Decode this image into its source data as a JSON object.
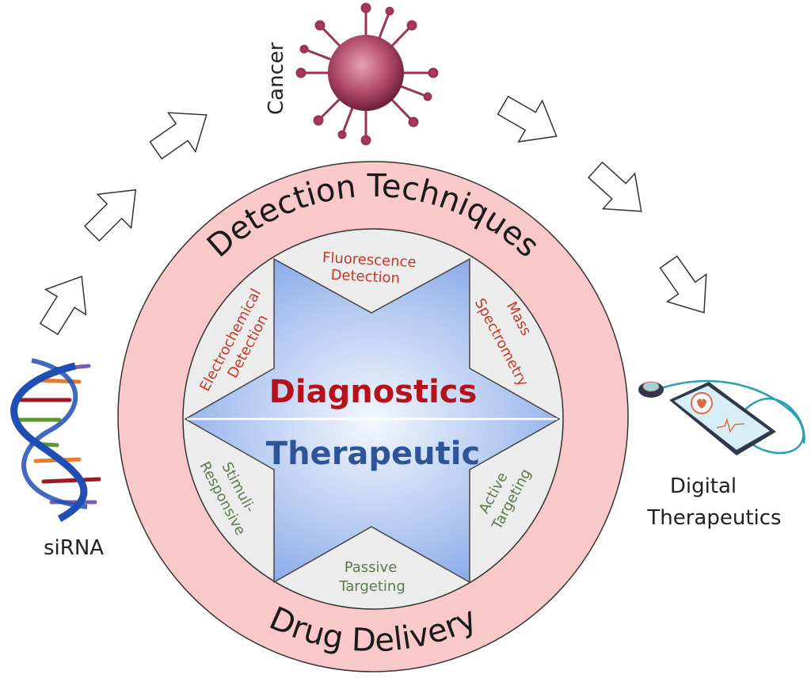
{
  "ring": {
    "top_label": "Detection Techniques",
    "bottom_label": "Drug Delivery"
  },
  "center": {
    "upper": "Diagnostics",
    "lower": "Therapeutic"
  },
  "diagnostic_methods": {
    "top": [
      "Fluorescence",
      "Detection"
    ],
    "left": [
      "Electrochemical",
      "Detection"
    ],
    "right": [
      "Mass",
      "Spectrometry"
    ]
  },
  "delivery_methods": {
    "left": [
      "Stimuli-",
      "Responsive"
    ],
    "right": [
      "Active",
      "Targeting"
    ],
    "bottom": [
      "Passive",
      "Targeting"
    ]
  },
  "outer_labels": {
    "sirna": "siRNA",
    "cancer": "Cancer",
    "digital": [
      "Digital",
      "Therapeutics"
    ]
  },
  "colors": {
    "ring": "#f9c9c9",
    "inner_circle": "#ececec",
    "star": "#9db8ea",
    "diagnostics": "#b5121b",
    "therapeutic": "#2e5597",
    "diag_labels": "#c0392b",
    "therapy_labels": "#5b7a4c"
  }
}
